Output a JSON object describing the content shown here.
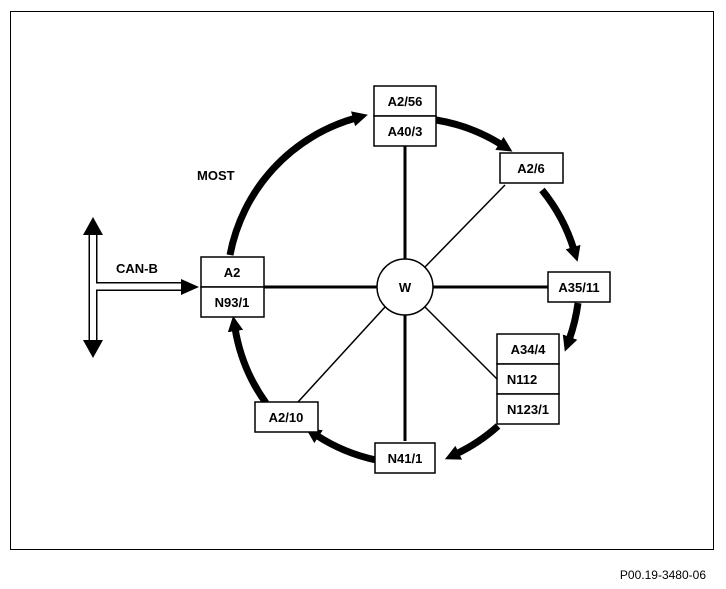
{
  "labels": {
    "most": "MOST",
    "can_b": "CAN-B",
    "hub": "W",
    "reference": "P00.19-3480-06"
  },
  "modules": {
    "a2_56": "A2/56",
    "a40_3": "A40/3",
    "a2_6": "A2/6",
    "a35_11": "A35/11",
    "a34_4": "A34/4",
    "n112": "N112",
    "n123_1": "N123/1",
    "n41_1": "N41/1",
    "a2_10": "A2/10",
    "a2": "A2",
    "n93_1": "N93/1"
  }
}
